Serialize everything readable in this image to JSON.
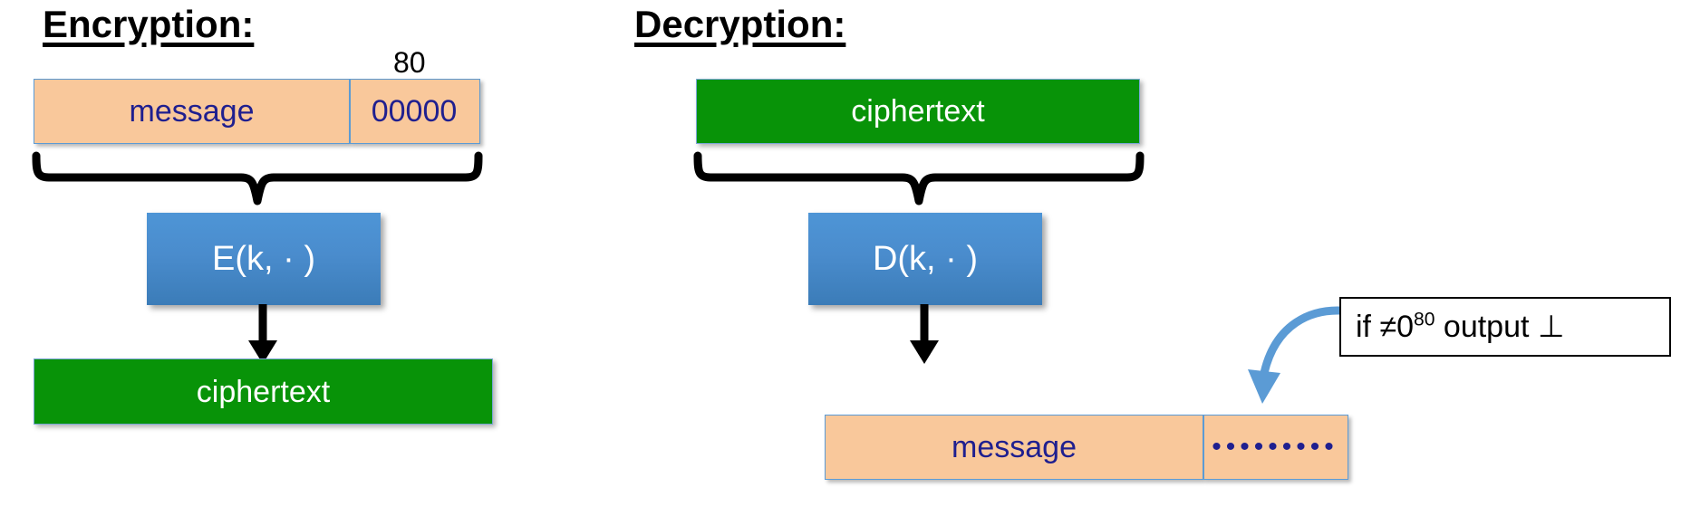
{
  "left_panel": {
    "heading": "Encryption:",
    "input_box": {
      "message_label": "message",
      "pad_label": "00000",
      "pad_size_label": "80"
    },
    "function_box": {
      "label": "E(k, · )",
      "icon": "encrypt-function-icon"
    },
    "output_box": {
      "label": "ciphertext"
    },
    "connector_brace": "curly-brace-down-icon",
    "connector_arrow": "arrow-down-icon"
  },
  "right_panel": {
    "heading": "Decryption:",
    "input_box": {
      "label": "ciphertext"
    },
    "function_box": {
      "label": "D(k, · )",
      "icon": "decrypt-function-icon"
    },
    "output_box": {
      "message_label": "message",
      "pad_label": "•••••••••"
    },
    "callout": {
      "text_prefix": "if ≠0",
      "text_exponent": "80",
      "text_suffix": " output ⊥"
    },
    "connector_brace": "curly-brace-down-icon",
    "connector_arrow": "arrow-down-icon",
    "callout_arrow": "curved-arrow-icon"
  },
  "colors": {
    "orange_fill": "#f9c89b",
    "orange_border": "#5b9bd5",
    "green_fill": "#089308",
    "blue_fill": "#4a8ccd",
    "text_navy": "#1f1f8f",
    "callout_arrow": "#5b9bd5"
  }
}
